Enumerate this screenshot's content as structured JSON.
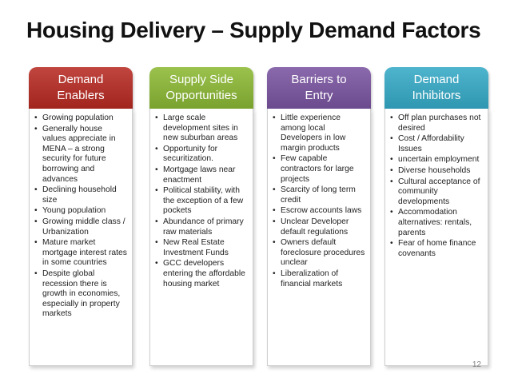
{
  "title": "Housing Delivery – Supply Demand Factors",
  "page_number": "12",
  "colors": {
    "enablers": "#a83029",
    "opportunities": "#86ad3a",
    "barriers": "#7a5a9c",
    "inhibitors": "#3ba3bd"
  },
  "columns": [
    {
      "header": [
        "Demand",
        "Enablers"
      ],
      "items": [
        "Growing population",
        "Generally house values appreciate in MENA – a strong security for future borrowing and advances",
        "Declining household size",
        "Young population",
        "Growing middle class / Urbanization",
        "Mature market mortgage interest rates in some countries",
        "Despite global recession there is growth in economies, especially in property markets"
      ]
    },
    {
      "header": [
        "Supply Side",
        "Opportunities"
      ],
      "items": [
        "Large scale development sites in new suburban areas",
        "Opportunity for securitization.",
        "Mortgage laws near enactment",
        "Political stability, with the exception of a few pockets",
        "Abundance of primary raw materials",
        "New Real Estate Investment Funds",
        "GCC developers entering the affordable housing  market"
      ]
    },
    {
      "header": [
        "Barriers to",
        "Entry"
      ],
      "items": [
        "Little experience among local Developers in low margin products",
        "Few capable contractors for large projects",
        "Scarcity of long term credit",
        "Escrow accounts laws",
        "Unclear Developer default regulations",
        "Owners default foreclosure procedures unclear",
        "Liberalization of financial markets"
      ]
    },
    {
      "header": [
        "Demand",
        "Inhibitors"
      ],
      "items": [
        "Off plan purchases not desired",
        "Cost / Affordability Issues",
        "uncertain employment",
        "Diverse households",
        "Cultural acceptance of community developments",
        "Accommodation alternatives: rentals, parents",
        "Fear of home finance covenants"
      ]
    }
  ]
}
